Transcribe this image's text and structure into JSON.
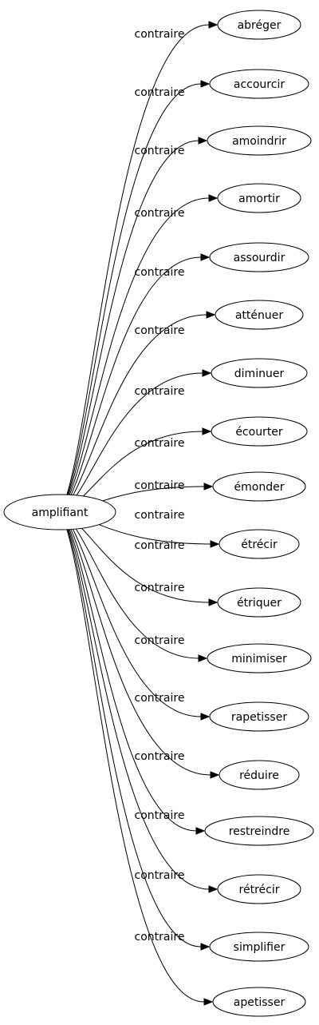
{
  "graph": {
    "source": "amplifiant",
    "edge_label": "contraire",
    "targets": [
      "abréger",
      "accourcir",
      "amoindrir",
      "amortir",
      "assourdir",
      "atténuer",
      "diminuer",
      "écourter",
      "émonder",
      "étrécir",
      "étriquer",
      "minimiser",
      "rapetisser",
      "réduire",
      "restreindre",
      "rétrécir",
      "simplifier",
      "apetisser"
    ]
  }
}
